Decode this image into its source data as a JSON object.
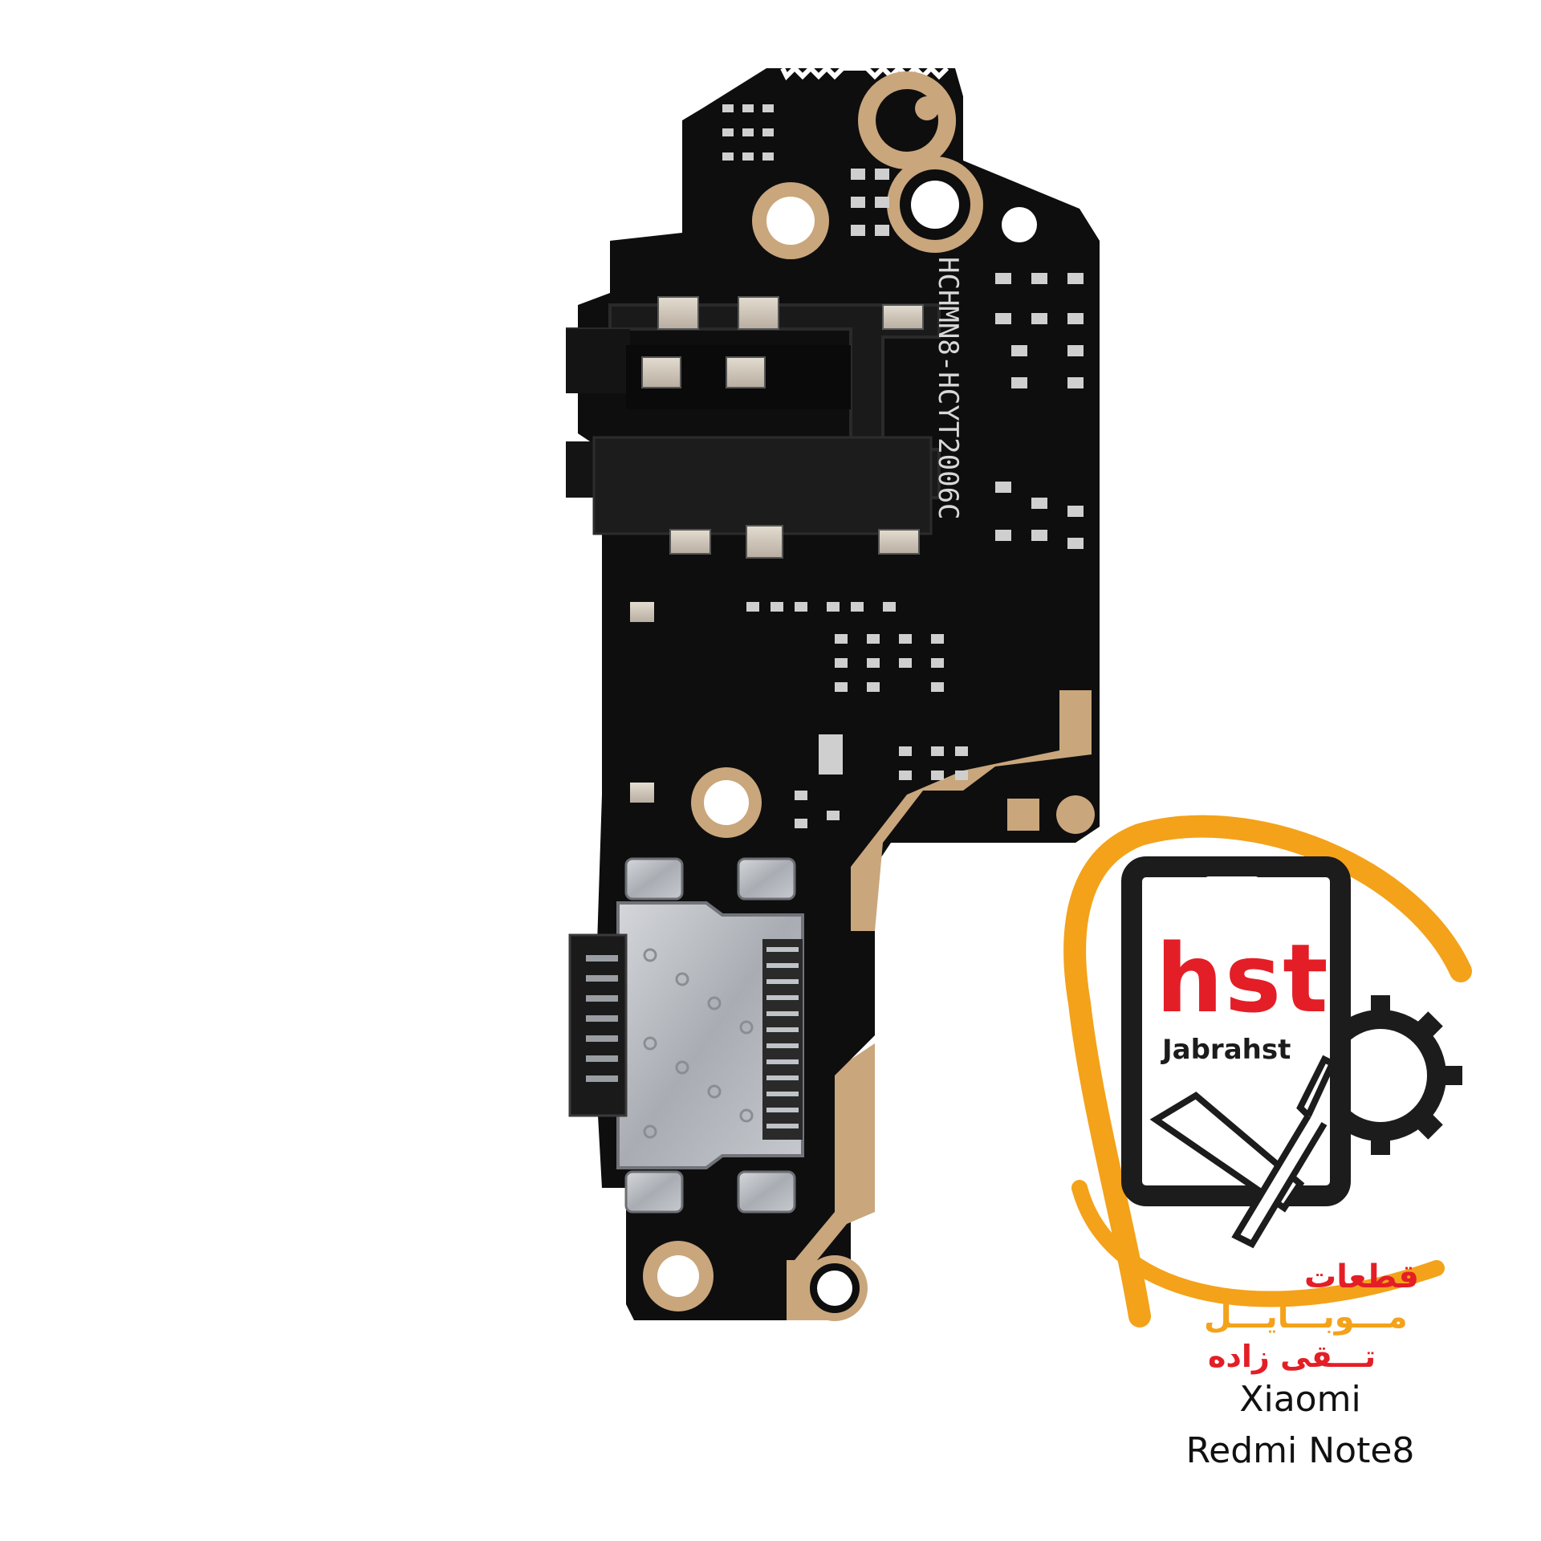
{
  "image": {
    "subject": "phone charging port sub-board (PCB)",
    "board_marking": "HCHMN8-HCYT2006C",
    "colors": {
      "background": "#ffffff",
      "pcb": "#0e0e0f",
      "copper_pad": "#c9a67c",
      "connector_metal": "#b9bcc1",
      "logo_orange": "#f3a21a",
      "logo_red": "#e41e26",
      "logo_dark": "#1c1c1c"
    }
  },
  "logo": {
    "brand": "hst",
    "brand_sub": "Jabrahst",
    "persian_line1": "قطعات",
    "persian_line2": "مـــوبـــايـــل",
    "persian_line3": "تـــقى زاده"
  },
  "caption": {
    "line1": "Xiaomi",
    "line2": "Redmi Note8"
  }
}
